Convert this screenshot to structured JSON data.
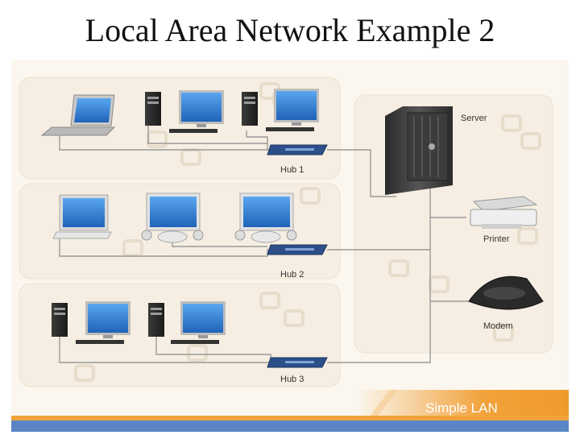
{
  "title": "Local Area Network Example 2",
  "labels": {
    "server": "Server",
    "printer": "Printer",
    "modem": "Modem",
    "hub1": "Hub 1",
    "hub2": "Hub 2",
    "hub3": "Hub 3"
  },
  "banner": "Simple LAN",
  "colors": {
    "background": "#fbf6ee",
    "panel": "#f7efe3",
    "banner_orange": "#f1a23a",
    "banner_blue": "#5b86c5",
    "hub_blue": "#2c4f8a",
    "cable": "#9a9a9a",
    "monitor_screen": "#2f7fd6"
  }
}
